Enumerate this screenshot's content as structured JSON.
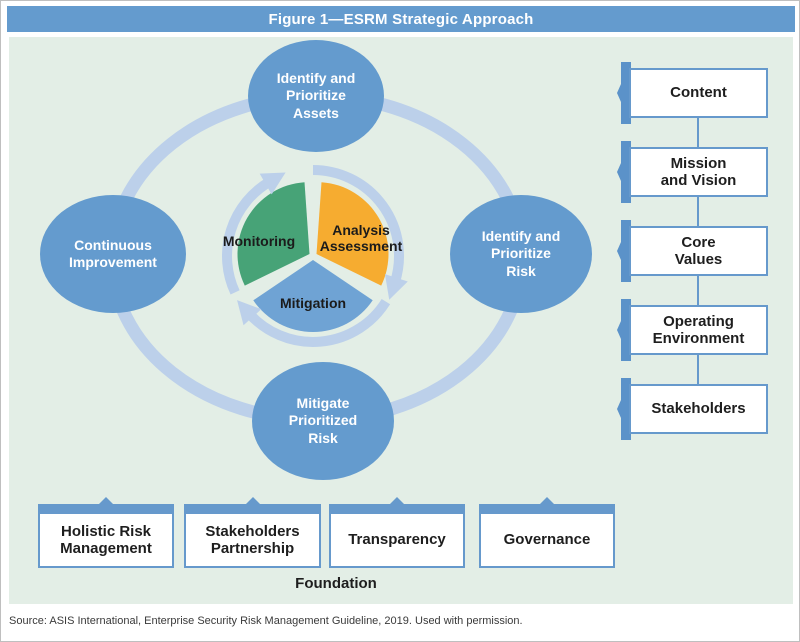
{
  "figure": {
    "title": "Figure 1—ESRM Strategic Approach",
    "source": "Source: ASIS International, Enterprise Security Risk Management Guideline, 2019. Used with permission."
  },
  "colors": {
    "title_bar": "#649bce",
    "panel_background": "#e3eee6",
    "node_fill": "#649bce",
    "orbit_ring": "#bcd0ea",
    "pie_green": "#47a377",
    "pie_orange": "#f6ac30",
    "pie_blue": "#6fa3d4",
    "box_border": "#6699cc",
    "ribbon_tab": "#5b92c9"
  },
  "cycle": {
    "nodes": [
      {
        "id": "identify-prioritize-assets",
        "label": "Identify and\nPrioritize\nAssets"
      },
      {
        "id": "identify-prioritize-risk",
        "label": "Identify and\nPrioritize\nRisk"
      },
      {
        "id": "mitigate-prioritized-risk",
        "label": "Mitigate\nPrioritized\nRisk"
      },
      {
        "id": "continuous-improvement",
        "label": "Continuous\nImprovement"
      }
    ]
  },
  "pie": {
    "segments": [
      {
        "label": "Monitoring",
        "color": "#47a377"
      },
      {
        "label": "Analysis\nAssessment",
        "color": "#f6ac30"
      },
      {
        "label": "Mitigation",
        "color": "#6fa3d4"
      }
    ]
  },
  "context_chain": {
    "items": [
      {
        "label": "Content"
      },
      {
        "label": "Mission\nand Vision"
      },
      {
        "label": "Core\nValues"
      },
      {
        "label": "Operating\nEnvironment"
      },
      {
        "label": "Stakeholders"
      }
    ]
  },
  "foundation": {
    "label": "Foundation",
    "items": [
      {
        "label": "Holistic Risk\nManagement"
      },
      {
        "label": "Stakeholders\nPartnership"
      },
      {
        "label": "Transparency"
      },
      {
        "label": "Governance"
      }
    ]
  }
}
